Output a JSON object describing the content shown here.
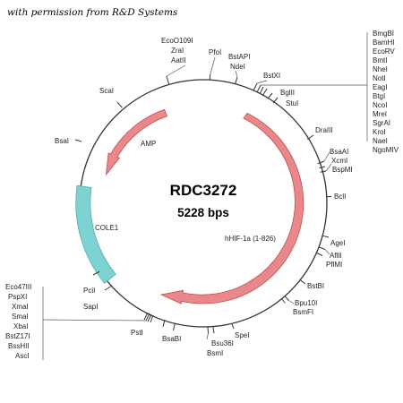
{
  "credit": "with permission from R&D Systems",
  "plasmid": {
    "name": "RDC3272",
    "size": "5228 bps"
  },
  "features": [
    {
      "label": "AMP",
      "color": "#e8888a"
    },
    {
      "label": "hHIF-1a (1-826)",
      "color": "#e8888a"
    },
    {
      "label": "COLE1",
      "color": "#7ed3d2"
    }
  ],
  "sites": {
    "top_left": [
      "EcoO109I",
      "ZraI",
      "AatII"
    ],
    "pfoi": "PfoI",
    "top_mid": [
      "BstAPI",
      "NdeI"
    ],
    "bstxi": "BstXI",
    "right_column": [
      "BmgBI",
      "BamHI",
      "EcoRV",
      "BmtI",
      "NheI",
      "NotI",
      "EagI",
      "BtgI",
      "NcoI",
      "MreI",
      "SgrAI",
      "KroI",
      "NaeI",
      "NgoMIV"
    ],
    "bglii": "BglII",
    "stui": "StuI",
    "draiii": "DraIII",
    "right_group_1": [
      "BsaAI",
      "XcmI",
      "BspMI"
    ],
    "bcli": "BclI",
    "agei": "AgeI",
    "right_group_2": [
      "AflII",
      "PflMI"
    ],
    "bstbi": "BstBI",
    "right_group_3": [
      "Bpu10I",
      "BsmFI"
    ],
    "spei": "SpeI",
    "bottom_group": [
      "Bsu36I",
      "BsmI"
    ],
    "bsabi": "BsaBI",
    "psti": "PstI",
    "left_column": [
      "Eco47III",
      "PspXI",
      "XmaI",
      "SmaI",
      "XbaI",
      "BstZ17I",
      "BssHII",
      "AscI"
    ],
    "sapi": "SapI",
    "pcii": "PciI",
    "bsai": "BsaI",
    "scai": "ScaI"
  }
}
